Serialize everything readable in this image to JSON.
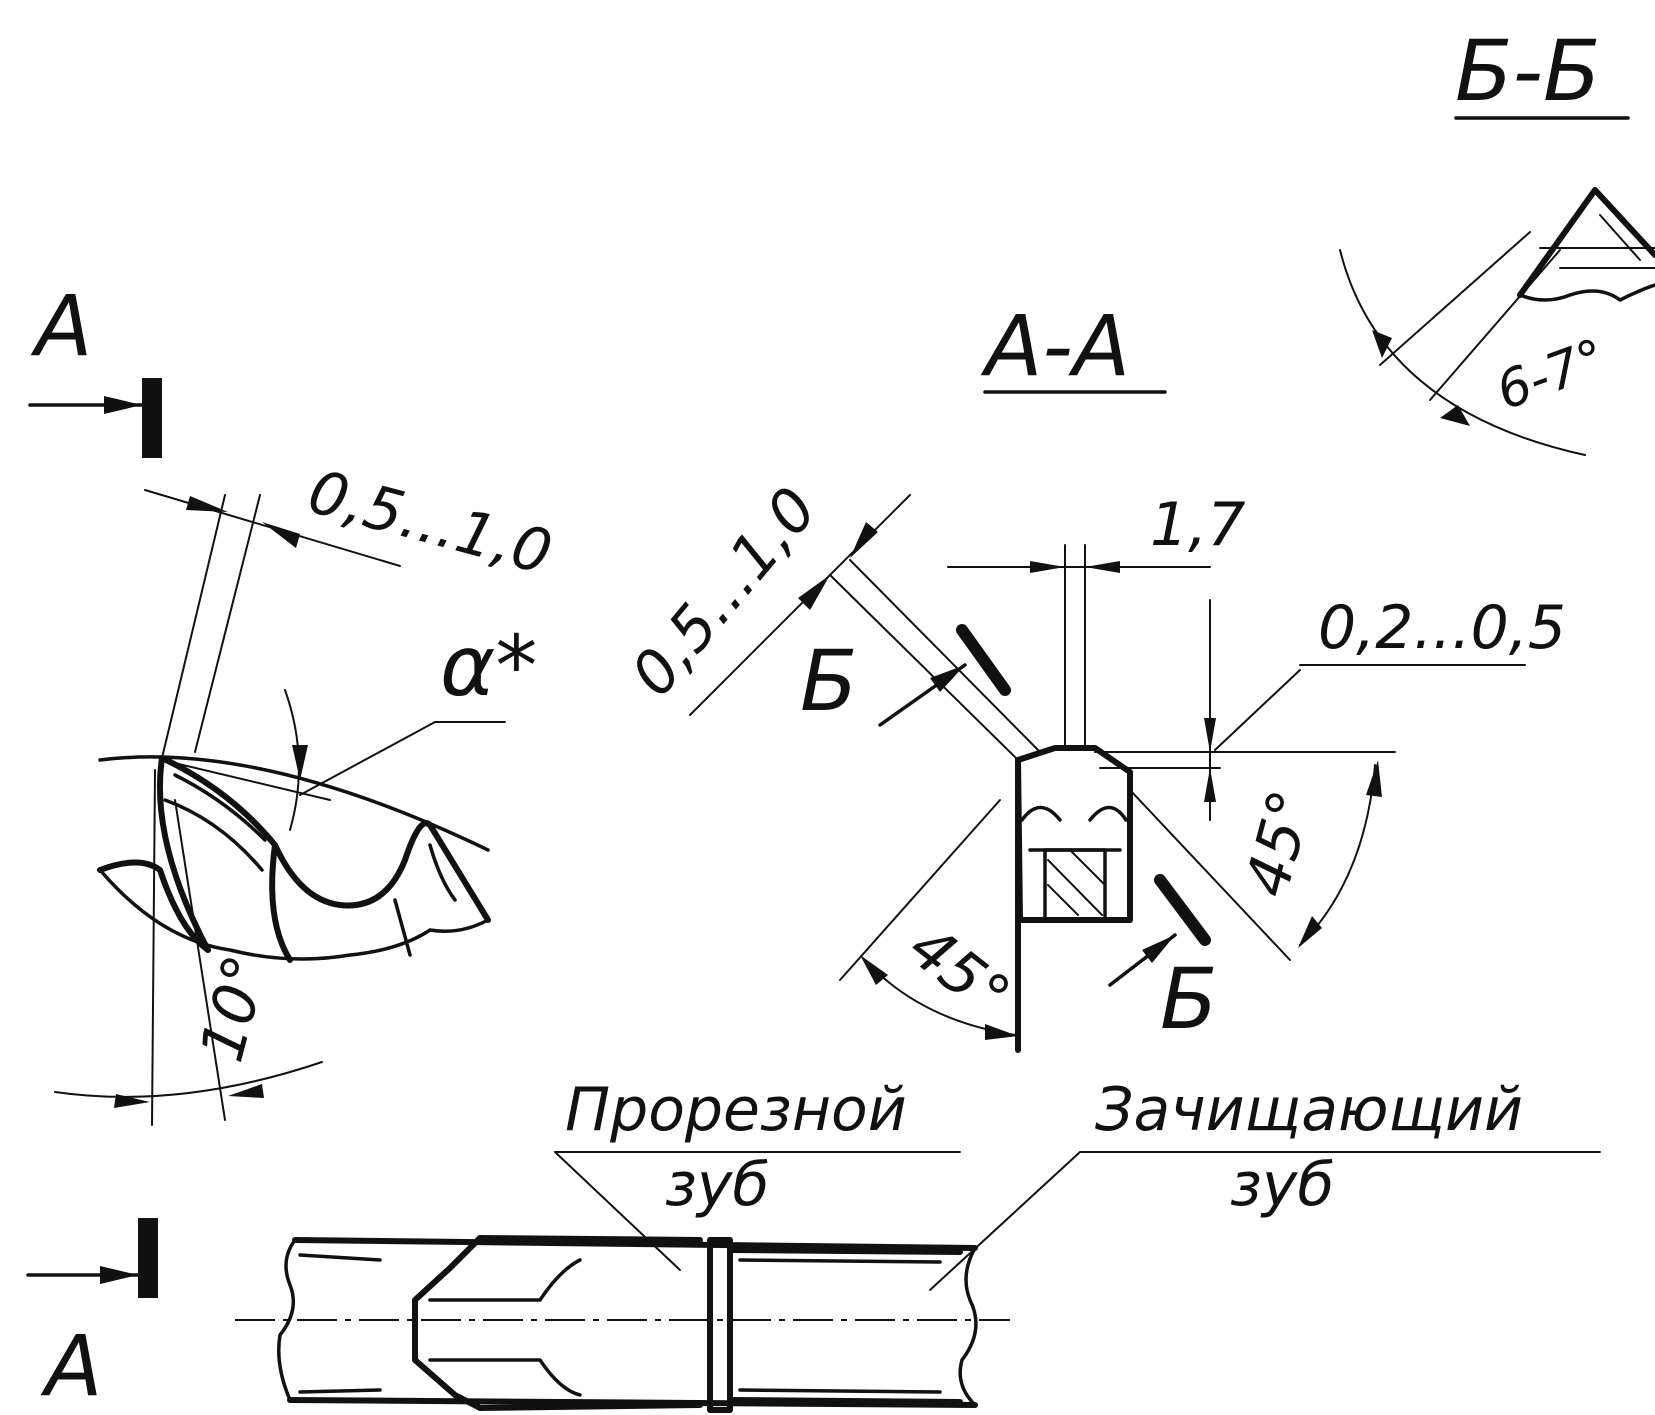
{
  "labels": {
    "section_aa": "А-А",
    "section_bb": "Б-Б",
    "view_a_top": "А",
    "view_a_bottom": "А",
    "cut_b_upper": "Б",
    "cut_b_lower": "Б",
    "dim_left_width": "0,5...1,0",
    "dim_mid_width": "0,5...1,0",
    "dim_1_7": "1,7",
    "dim_chamfer": "0,2...0,5",
    "angle_alpha": "α*",
    "angle_10": "10°",
    "angle_45_left": "45°",
    "angle_45_right": "45°",
    "angle_6_7": "6-7°",
    "callout_slotting_line1": "Прорезной",
    "callout_slotting_line2": "зуб",
    "callout_finishing_line1": "Зачищающий",
    "callout_finishing_line2": "зуб"
  },
  "colors": {
    "ink": "#111111",
    "paper": "#ffffff"
  }
}
